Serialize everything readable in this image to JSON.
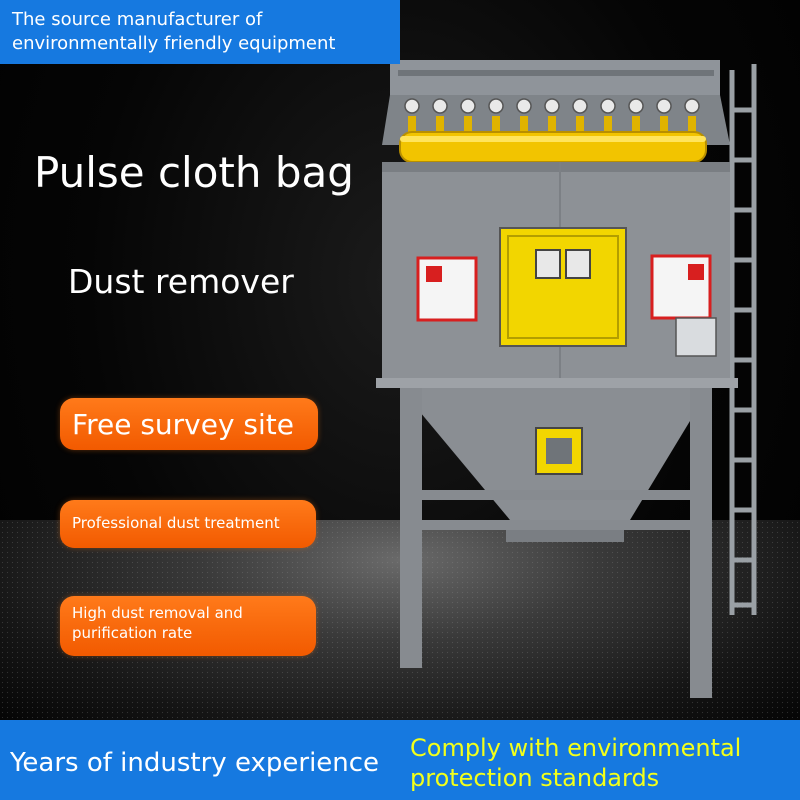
{
  "header": {
    "line1": "The source manufacturer of",
    "line2": "environmentally friendly equipment"
  },
  "headline": {
    "title": "Pulse cloth bag",
    "subtitle": "Dust remover"
  },
  "badges": {
    "free_survey": "Free survey site",
    "professional": "Professional dust treatment",
    "removal_line1": "High dust removal and",
    "removal_line2": "purification rate"
  },
  "footer": {
    "experience": "Years of industry experience",
    "comply_line1": "Comply with environmental",
    "comply_line2": "protection standards"
  },
  "colors": {
    "banner_blue": "#1679e0",
    "badge_orange": "#f26a0a",
    "accent_yellow": "#f2ff1a",
    "machine_gray": "#8d9196",
    "door_yellow": "#f2d600"
  },
  "illustration": "dust-collector-machine"
}
